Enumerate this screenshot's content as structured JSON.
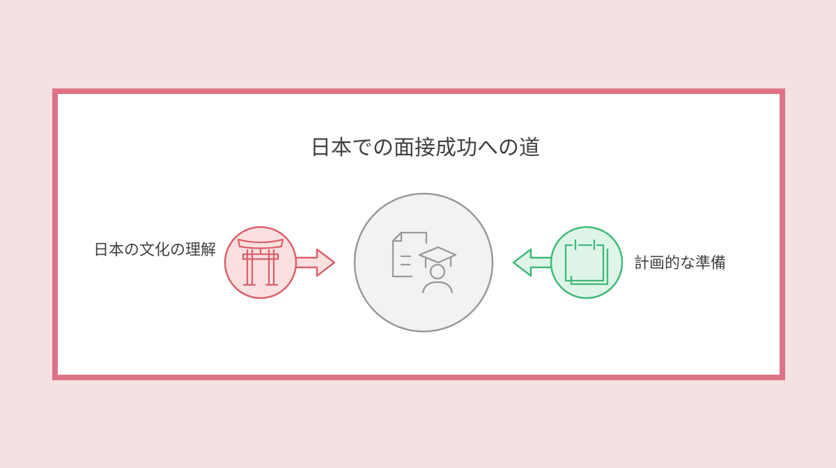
{
  "title": "日本での面接成功への道",
  "left_item": {
    "label": "日本の文化の理解",
    "icon": "torii-gate-icon",
    "color": "#d9606a",
    "fill": "#fbe0e0"
  },
  "right_item": {
    "label": "計画的な準備",
    "icon": "calendar-icon",
    "color": "#3dba79",
    "fill": "#dff5e8"
  },
  "center_item": {
    "icon": "document-graduate-icon",
    "color": "#999999",
    "fill": "#f2f2f2"
  },
  "colors": {
    "background": "#f5e1e1",
    "frame_border": "#de7387",
    "text": "#404040"
  }
}
